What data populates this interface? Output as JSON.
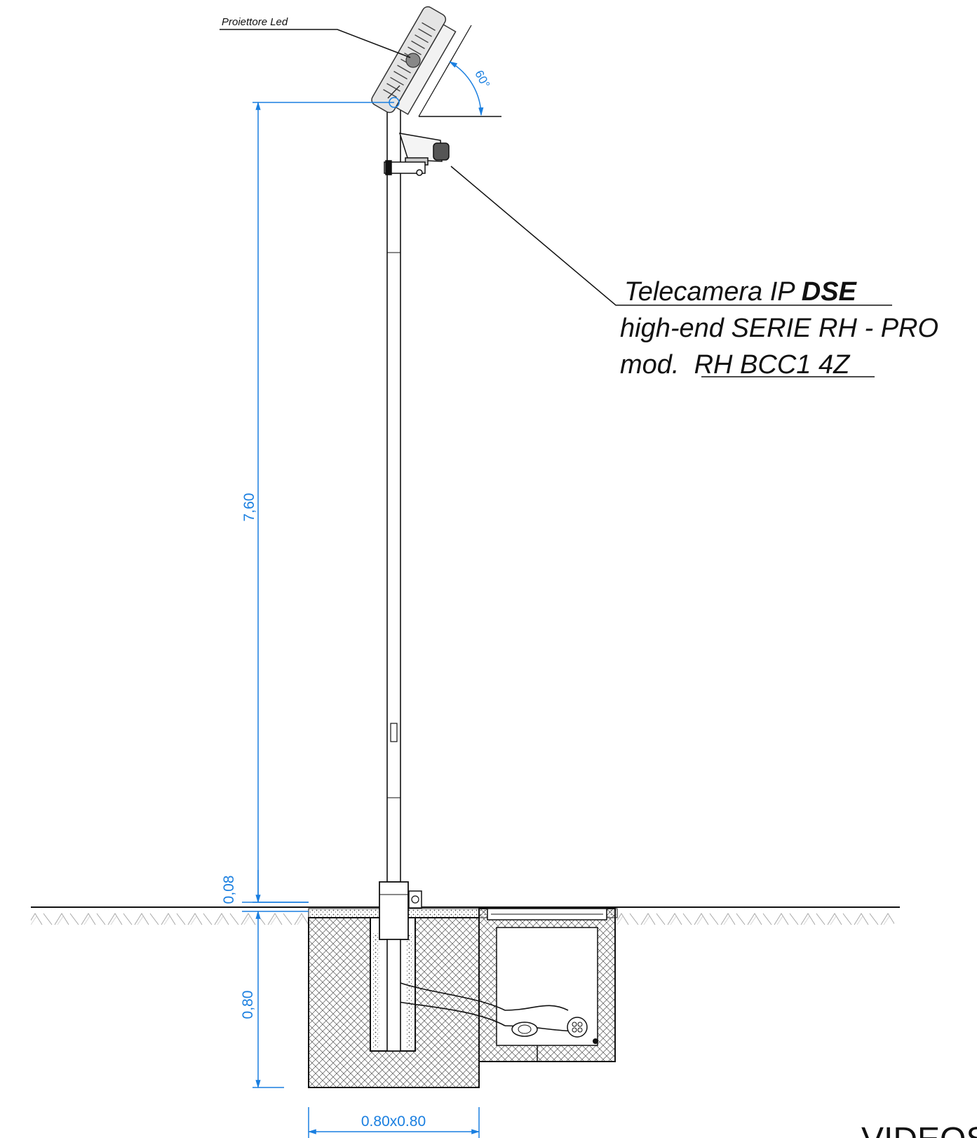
{
  "labels": {
    "led_projector": "Proiettore Led",
    "angle": "60°",
    "camera_line1_prefix": "Telecamera IP ",
    "camera_line1_brand": "DSE",
    "camera_line2": "high-end SERIE RH - PRO",
    "camera_line3_prefix": "mod.  ",
    "camera_line3_model": "RH BCC1 4Z",
    "partial_title": "VIDEOS"
  },
  "dimensions": {
    "pole_height": "7,60",
    "base_offset": "0,08",
    "foundation_depth": "0,80",
    "foundation_width": "0.80x0.80"
  },
  "colors": {
    "dimension": "#1a7fe0",
    "line": "#111111",
    "concrete_hatch": "#555555"
  }
}
